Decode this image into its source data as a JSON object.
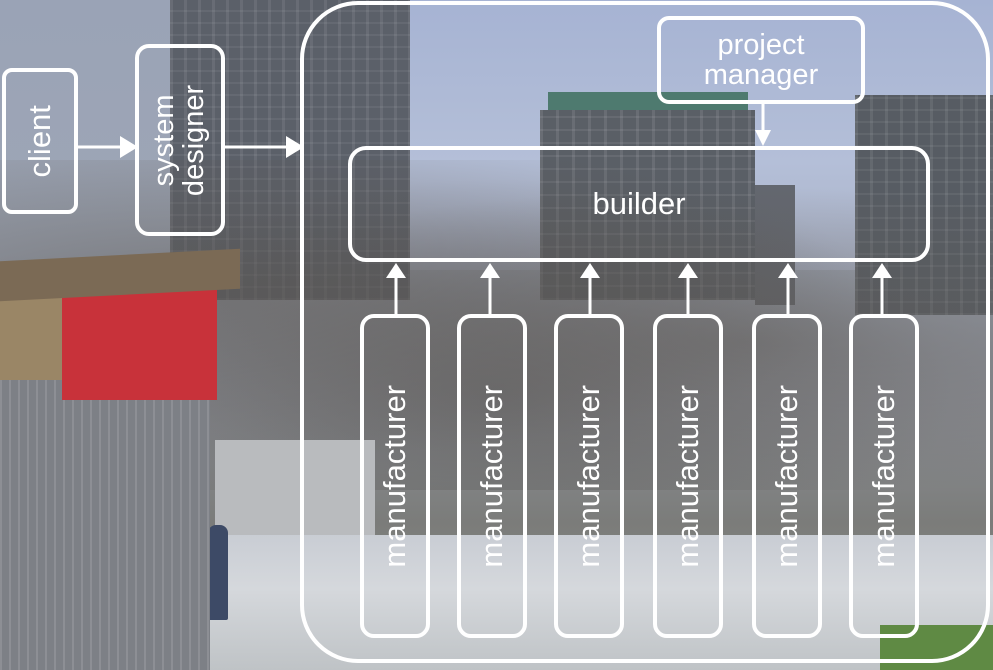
{
  "diagram": {
    "client": "client",
    "system_designer": [
      "system",
      "designer"
    ],
    "project_manager": [
      "project",
      "manager"
    ],
    "builder": "builder",
    "manufacturers": [
      "manufacturer",
      "manufacturer",
      "manufacturer",
      "manufacturer",
      "manufacturer",
      "manufacturer"
    ]
  },
  "colors": {
    "line": "#ffffff",
    "text": "#ffffff"
  },
  "background": {
    "description_icon": "photo-background"
  }
}
